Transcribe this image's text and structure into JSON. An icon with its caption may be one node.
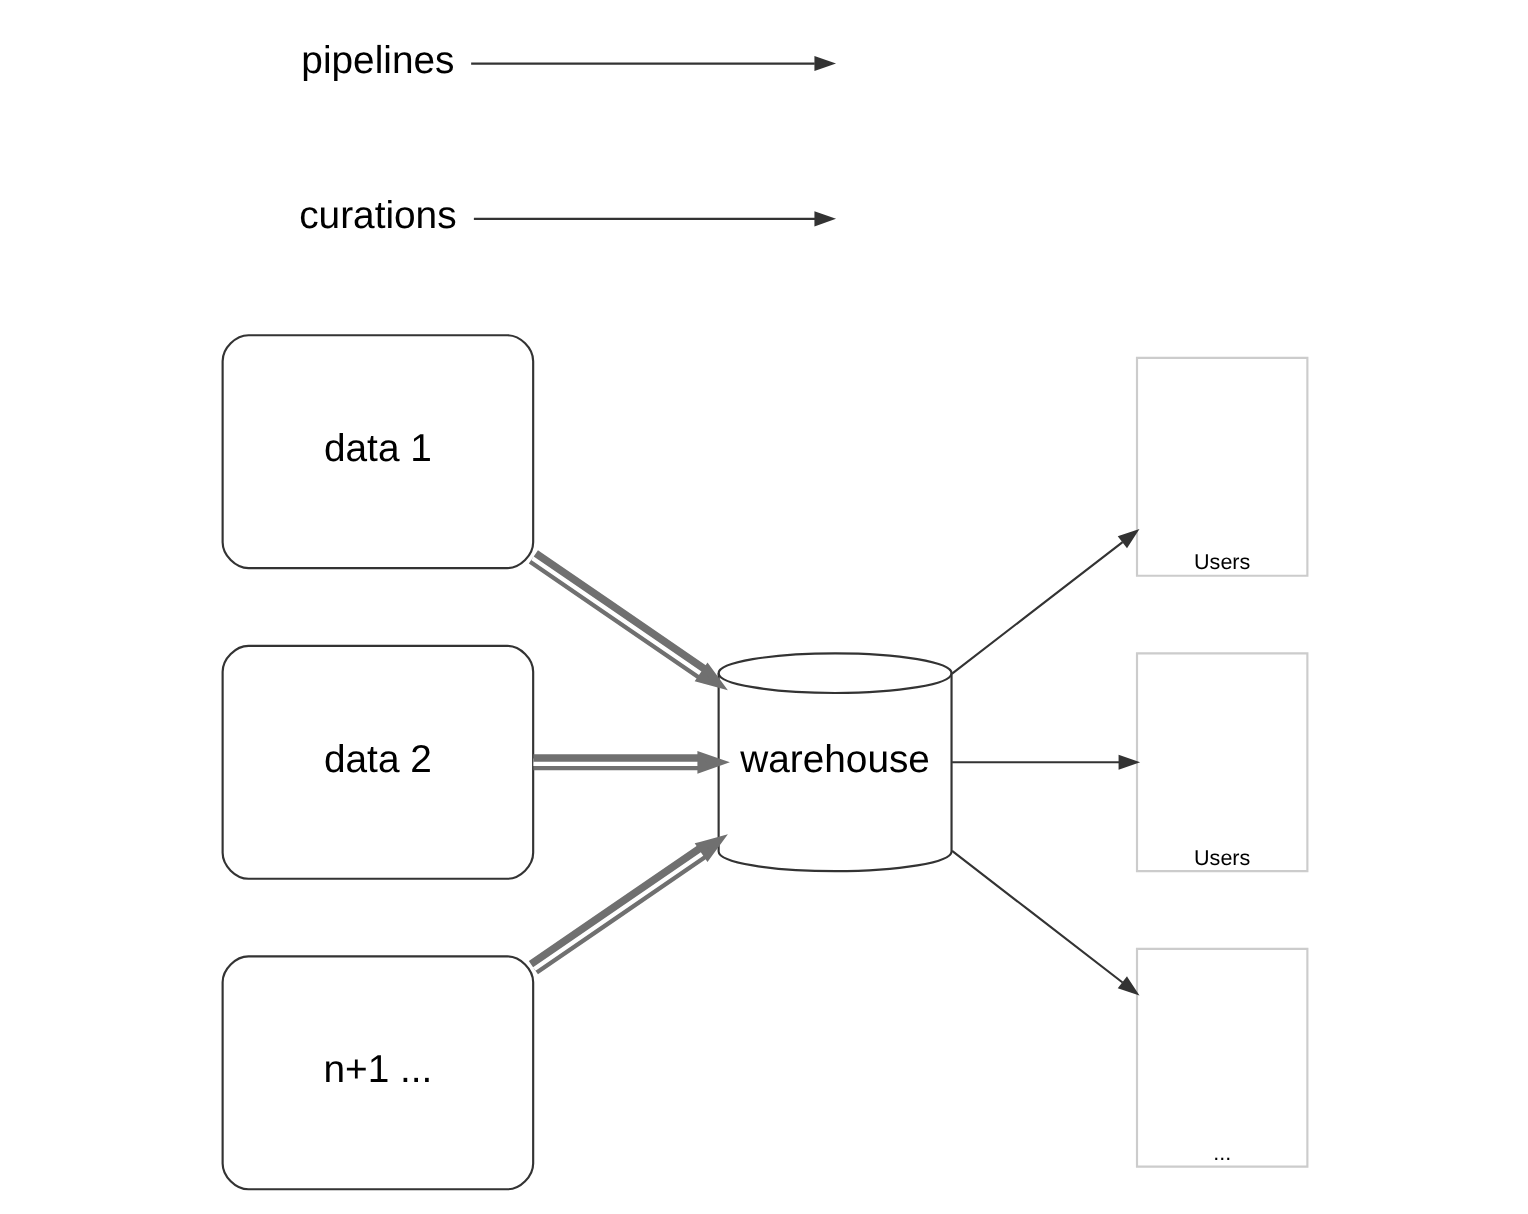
{
  "diagram": {
    "nodes": [
      {
        "text": [
          "data 1"
        ]
      },
      {
        "text": [
          "data 2"
        ]
      },
      {
        "text": [
          "n+1 ..."
        ]
      },
      {
        "text": [
          "warehouse"
        ]
      },
      {
        "text": [
          "Users"
        ]
      },
      {
        "text": [
          "Users"
        ]
      },
      {
        "text": [
          "..."
        ]
      },
      {
        "text": [
          "curations"
        ]
      },
      {
        "text": [
          "pipelines"
        ]
      }
    ],
    "edges": [
      {
        "from": 0,
        "to": 3,
        "arrow": "to",
        "style": "thick",
        "color": "#707070"
      },
      {
        "from": 1,
        "to": 3,
        "arrow": "to",
        "style": "thick",
        "color": "#707070"
      },
      {
        "from": 2,
        "to": 3,
        "arrow": "to",
        "style": "thick",
        "color": "#707070"
      },
      {
        "from": 3,
        "to": 4,
        "arrow": "to"
      },
      {
        "from": 3,
        "to": 5,
        "arrow": "to"
      },
      {
        "from": 3,
        "to": 6,
        "arrow": "to"
      },
      {
        "from": 7,
        "to": null,
        "arrow": "to"
      },
      {
        "from": 8,
        "to": null,
        "arrow": "to"
      }
    ]
  }
}
